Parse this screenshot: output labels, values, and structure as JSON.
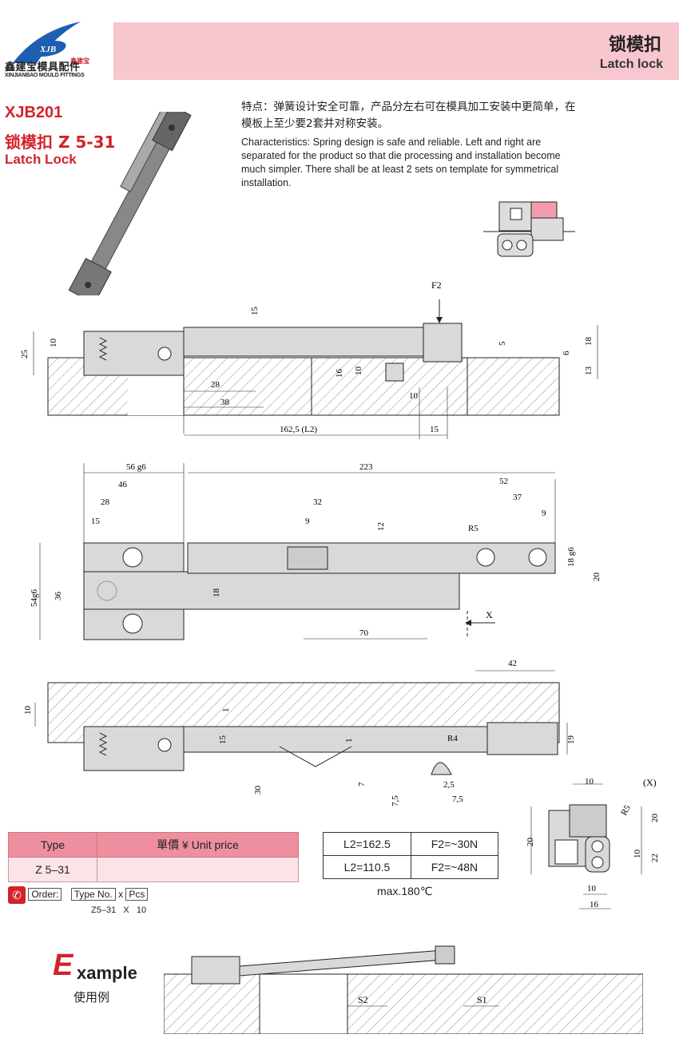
{
  "brand": {
    "logo_text": "XJB",
    "logo_small": "鑫建宝",
    "name_cn": "鑫建宝模具配件",
    "name_en": "XINJIANBAO MOULD FITTINGS"
  },
  "header": {
    "title_cn": "锁模扣",
    "title_en": "Latch lock"
  },
  "product": {
    "code": "XJB201",
    "name_cn": "锁模扣  Z 5-31",
    "name_en": "Latch Lock"
  },
  "features": {
    "cn": "特点：弹簧设计安全可靠，产品分左右可在模具加工安装中更简单，在模板上至少要2套并对称安装。",
    "en": "Characteristics: Spring design is safe and reliable. Left and right are separated for the product so that die processing and installation become much simpler. There shall be at least 2 sets on template for symmetrical installation."
  },
  "dims_top": {
    "f2": "F2",
    "d15": "15",
    "d25": "25",
    "d10": "10",
    "d5": "5",
    "d18": "18",
    "d6": "6",
    "d13": "13",
    "d16": "16",
    "d10b": "10",
    "d10c": "10",
    "d28": "28",
    "d38": "38",
    "l2": "162,5 (L2)",
    "d15b": "15"
  },
  "dims_mid": {
    "d56": "56 g6",
    "d223": "223",
    "d46": "46",
    "d28": "28",
    "d15": "15",
    "d32": "32",
    "d9": "9",
    "d12": "12",
    "d52": "52",
    "d37": "37",
    "d9b": "9",
    "r5": "R5",
    "d18g6": "18 g6",
    "d20": "20",
    "d54": "54g6",
    "d36": "36",
    "d18": "18",
    "d70": "70",
    "x": "X"
  },
  "dims_bot": {
    "d42": "42",
    "d10": "10",
    "d1": "1",
    "d15": "15",
    "d1b": "1",
    "d19": "19",
    "r4": "R4",
    "d30": "30",
    "d7": "7",
    "d75a": "7,5",
    "d25": "2,5",
    "d75b": "7,5"
  },
  "dims_x": {
    "label": "(X)",
    "d10": "10",
    "r5": "R5",
    "d20": "20",
    "d20b": "20",
    "d10b": "10",
    "d22": "22",
    "d10c": "10",
    "d16": "16"
  },
  "type_table": {
    "headers": [
      "Type",
      "單價 ¥ Unit price"
    ],
    "rows": [
      [
        "Z 5–31",
        ""
      ]
    ]
  },
  "spec_table": {
    "rows": [
      [
        "L2=162.5",
        "F2=~30N"
      ],
      [
        "L2=110.5",
        "F2=~48N"
      ]
    ]
  },
  "max_temp": "max.180℃",
  "order": {
    "order_label": "Order:",
    "type_label": "Type No.",
    "x": "x",
    "pcs_label": "Pcs",
    "example": "Z5–31   X   10"
  },
  "example": {
    "e": "E",
    "rest": "xample",
    "cn": "使用例",
    "s1": "S1",
    "s2": "S2"
  },
  "colors": {
    "accent": "#d2232a",
    "band": "#f7c6cf",
    "table_header": "#ee8fa0",
    "part": "#d9d9d9"
  }
}
